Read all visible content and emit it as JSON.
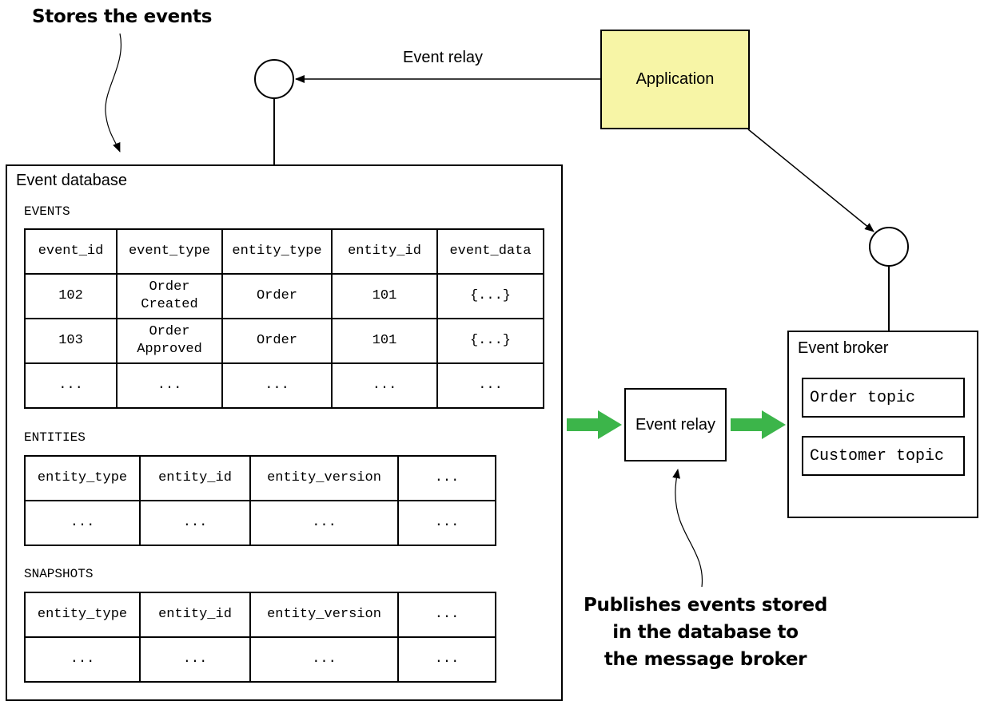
{
  "callouts": {
    "stores": "Stores the events",
    "publishes": [
      "Publishes events stored",
      "in the database to",
      "the message broker"
    ]
  },
  "application": {
    "label": "Application",
    "fill": "#f7f5a6"
  },
  "event_relay_top": {
    "label": "Event relay"
  },
  "event_database": {
    "title": "Event database",
    "events": {
      "label": "EVENTS",
      "columns": [
        "event_id",
        "event_type",
        "entity_type",
        "entity_id",
        "event_data"
      ],
      "rows": [
        [
          "102",
          "Order\nCreated",
          "Order",
          "101",
          "{...}"
        ],
        [
          "103",
          "Order\nApproved",
          "Order",
          "101",
          "{...}"
        ],
        [
          "...",
          "...",
          "...",
          "...",
          "..."
        ]
      ]
    },
    "entities": {
      "label": "ENTITIES",
      "columns": [
        "entity_type",
        "entity_id",
        "entity_version",
        "..."
      ],
      "rows": [
        [
          "...",
          "...",
          "...",
          "..."
        ]
      ]
    },
    "snapshots": {
      "label": "SNAPSHOTS",
      "columns": [
        "entity_type",
        "entity_id",
        "entity_version",
        "..."
      ],
      "rows": [
        [
          "...",
          "...",
          "...",
          "..."
        ]
      ]
    }
  },
  "event_relay_box": {
    "label": "Event relay"
  },
  "event_broker": {
    "title": "Event broker",
    "topics": [
      "Order topic",
      "Customer topic"
    ]
  },
  "colors": {
    "arrow_green": "#3cb54a",
    "application_fill": "#f7f5a6"
  }
}
